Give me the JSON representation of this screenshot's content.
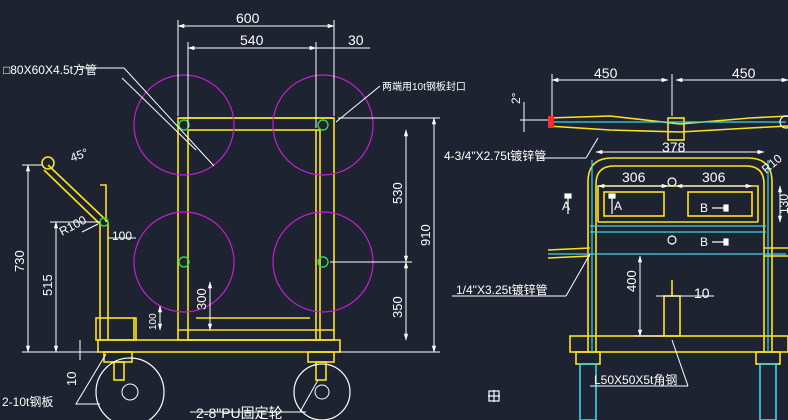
{
  "colors": {
    "background": "#1d2330",
    "frame": "#ffe21a",
    "dimension": "#ffffff",
    "wheel_circle": "#c21fcf",
    "cyan": "#38d6e8",
    "green": "#2fd94a",
    "red": "#ff2a2a"
  },
  "dimensions": {
    "top_600": "600",
    "top_540": "540",
    "top_30": "30",
    "height_530": "530",
    "height_910": "910",
    "height_350": "350",
    "height_300": "300",
    "height_100": "100",
    "left_730": "730",
    "left_515": "515",
    "left_100": "100",
    "left_10": "10",
    "angle_45": "45°",
    "radius_r100": "R100",
    "right_450a": "450",
    "right_450b": "450",
    "right_2deg": "2°",
    "right_378": "378",
    "right_306a": "306",
    "right_306b": "306",
    "right_r10": "R10",
    "right_130": "130",
    "right_400": "400",
    "right_10": "10"
  },
  "labels": {
    "square_tube": "□80X60X4.5t方管",
    "end_plate": "两端用10t钢板封口",
    "tube_3_4": "4-3/4\"X2.75t镀锌管",
    "tube_1_4": "1/4\"X3.25t镀锌管",
    "steel_plate": "2-10t钢板",
    "pu_wheel": "2-8\"PU固定轮",
    "angle_steel": "L50X50X5t角钢",
    "section_a_left": "A",
    "section_a_right": "A",
    "section_b1": "B",
    "section_b2": "B"
  }
}
